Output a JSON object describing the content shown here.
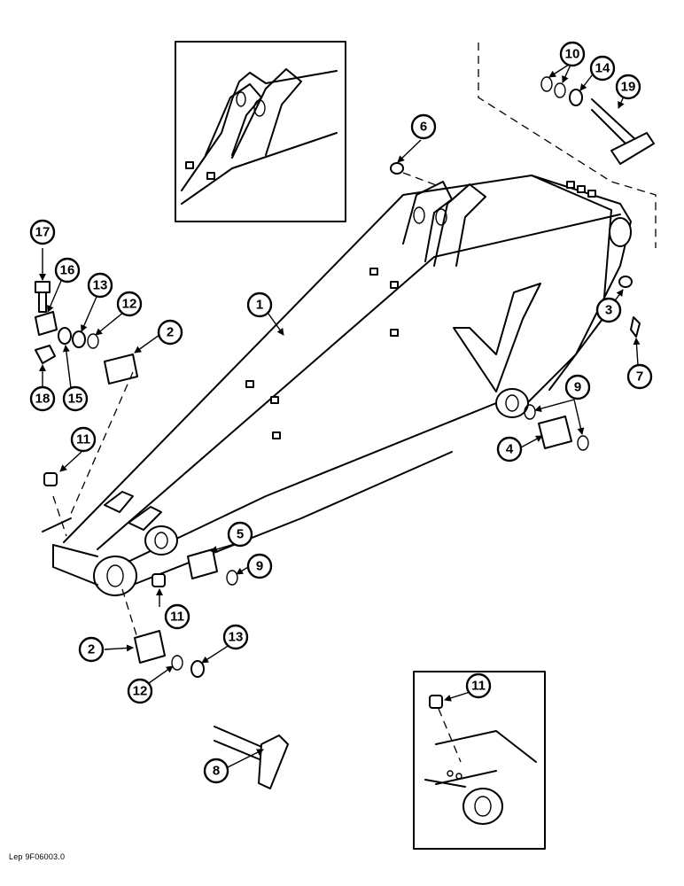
{
  "callouts": {
    "c1": "1",
    "c2a": "2",
    "c2b": "2",
    "c3": "3",
    "c4": "4",
    "c5": "5",
    "c6": "6",
    "c7": "7",
    "c8": "8",
    "c9a": "9",
    "c9b": "9",
    "c10": "10",
    "c11a": "11",
    "c11b": "11",
    "c11c": "11",
    "c12a": "12",
    "c12b": "12",
    "c13a": "13",
    "c13b": "13",
    "c14": "14",
    "c15": "15",
    "c16": "16",
    "c17": "17",
    "c18": "18",
    "c19": "19"
  },
  "reference_code": "Lep 9F06003.0"
}
